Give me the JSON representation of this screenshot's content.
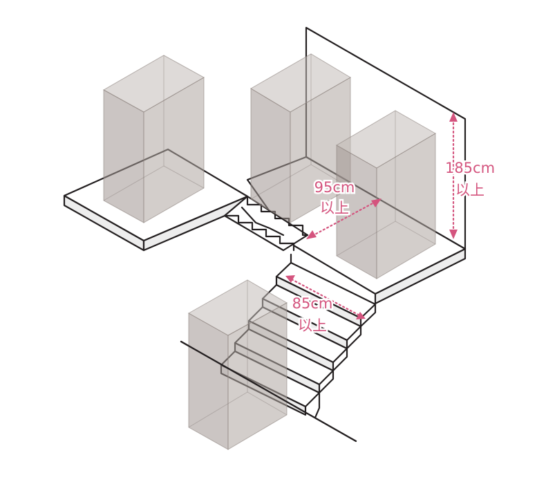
{
  "dimensions": {
    "ceiling_height": {
      "value": "185cm",
      "suffix": "以上"
    },
    "landing_depth": {
      "value": "95cm",
      "suffix": "以上"
    },
    "stair_width": {
      "value": "85cm",
      "suffix": "以上"
    }
  },
  "colors": {
    "dimension_accent": "#d4547e",
    "outline": "#231f20",
    "clearance_box": "#a09691"
  }
}
